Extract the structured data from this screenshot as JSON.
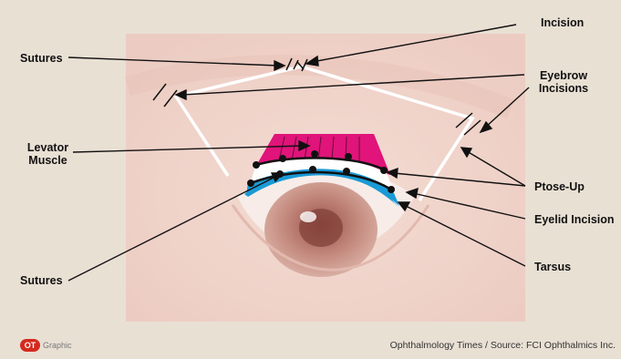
{
  "labels": {
    "incision": "Incision",
    "sutures_top": "Sutures",
    "eyebrow_incisions_line1": "Eyebrow",
    "eyebrow_incisions_line2": "Incisions",
    "levator_line1": "Levator",
    "levator_line2": "Muscle",
    "ptose_up": "Ptose-Up",
    "eyelid_incision": "Eyelid Incision",
    "tarsus": "Tarsus",
    "sutures_bottom": "Sutures"
  },
  "footer": {
    "badge": "OT",
    "badge_text": "Graphic",
    "source": "Ophthalmology Times / Source: FCI Ophthalmics Inc."
  },
  "colors": {
    "background": "#e9e0d4",
    "photo": "#f1dcd3",
    "levator": "#e0147a",
    "tarsus": "#1a9ad6",
    "band": "#ffffff",
    "badge": "#d42a1e"
  }
}
